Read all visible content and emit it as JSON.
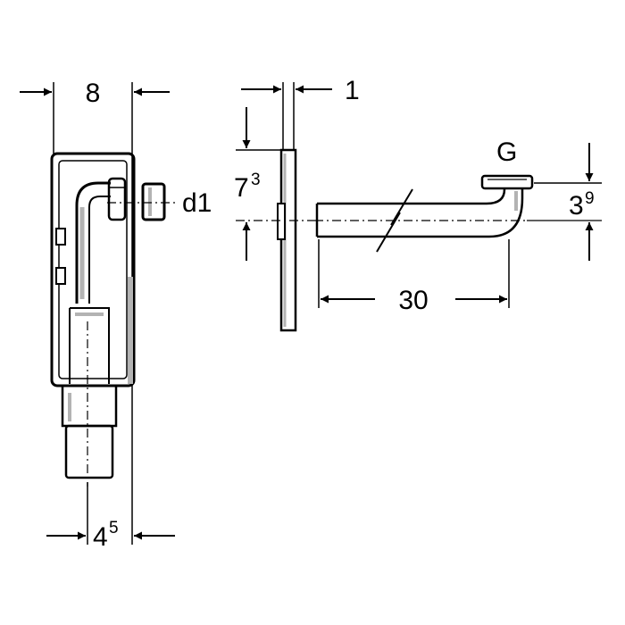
{
  "dimensions": {
    "width_main": "8",
    "width_depth_main": "4",
    "width_depth_sup": "5",
    "plate_thickness": "1",
    "height_main": "7",
    "height_sup": "3",
    "connector_label": "d1",
    "pipe_length": "30",
    "thread_label": "G",
    "offset_main": "3",
    "offset_sup": "9"
  },
  "colors": {
    "line": "#000000",
    "shade": "#b3b3b3",
    "background": "#ffffff"
  }
}
